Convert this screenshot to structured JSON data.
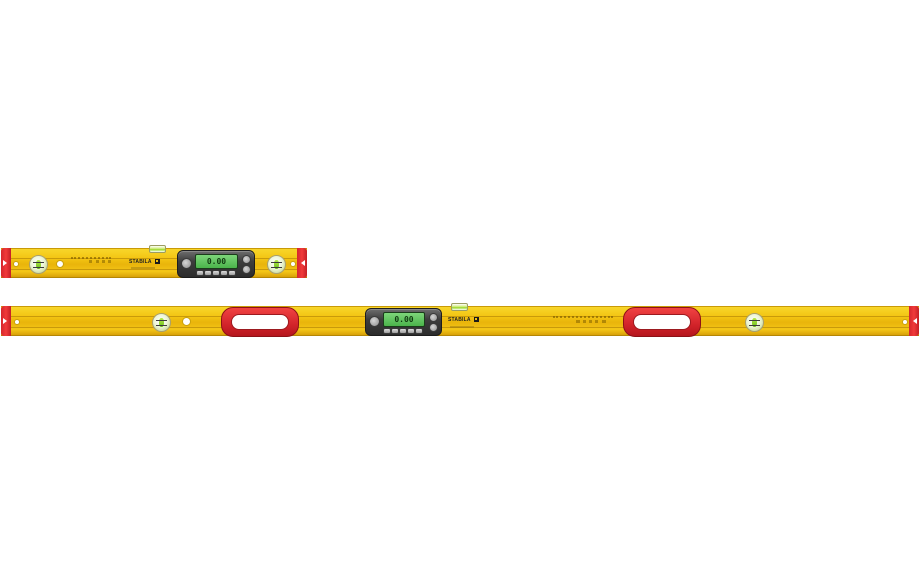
{
  "levels": [
    {
      "description": "short level",
      "display_reading": "0.00",
      "brand": "STABILA"
    },
    {
      "description": "long level",
      "display_reading": "0.00",
      "brand": "STABILA"
    }
  ],
  "colors": {
    "body_yellow": "#f3c412",
    "end_cap_red": "#d5262d",
    "handle_red": "#d2232a",
    "display_green": "#4bb44b",
    "display_housing": "#3d3d3d"
  },
  "icons": [
    "level-vial-icon",
    "lcd-display-icon",
    "carry-handle-icon",
    "end-cap-icon"
  ]
}
